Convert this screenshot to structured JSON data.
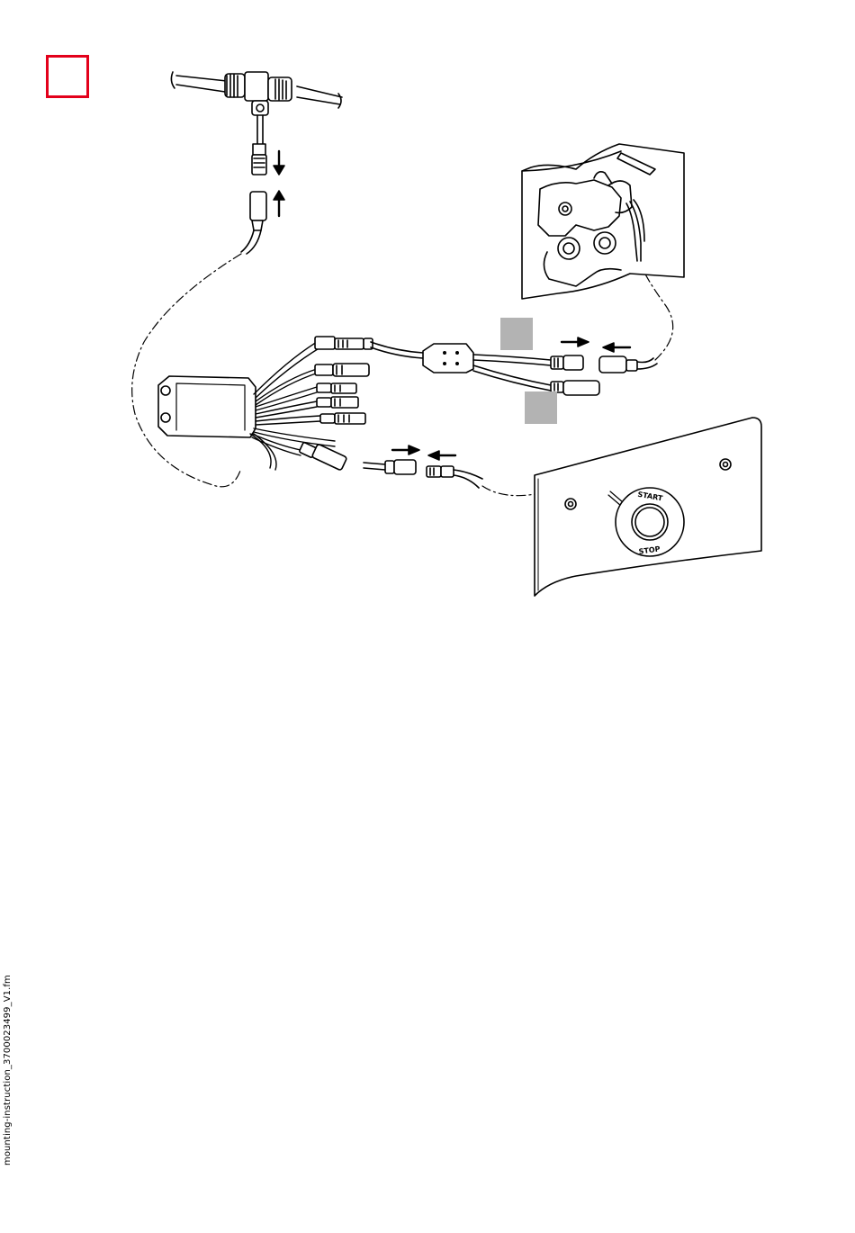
{
  "page": {
    "file_label": "mounting-instruction_3700023499_V1.fm"
  },
  "illustration": {
    "button_top_label": "START",
    "button_bottom_label": "STOP"
  },
  "colors": {
    "step_box_border": "#e3001b",
    "marker_fill": "#b3b3b3",
    "line": "#000000"
  }
}
